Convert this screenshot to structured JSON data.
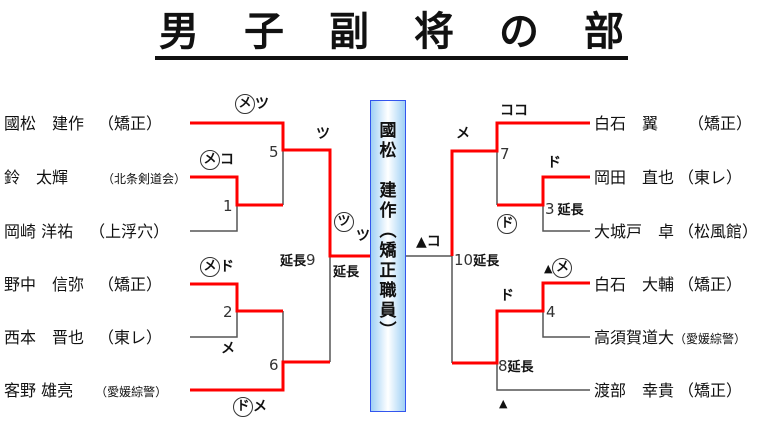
{
  "title": [
    "男",
    "子",
    "副",
    "将",
    "の",
    "部"
  ],
  "left_players": [
    {
      "name": "國松　建作",
      "affiliation": "（矯正）"
    },
    {
      "name": "鈴　太輝",
      "affiliation": "（北条剣道会）"
    },
    {
      "name": "岡崎 洋祐",
      "affiliation": "（上浮穴）"
    },
    {
      "name": "野中　信弥",
      "affiliation": "（矯正）"
    },
    {
      "name": "西本　晋也",
      "affiliation": "（東レ）"
    },
    {
      "name": "客野 雄亮",
      "affiliation": "（愛媛綜警）"
    }
  ],
  "right_players": [
    {
      "name": "白石　翼",
      "affiliation": "（矯正）"
    },
    {
      "name": "岡田　直也",
      "affiliation": "（東レ）"
    },
    {
      "name": "大城戸　卓",
      "affiliation": "（松風館）"
    },
    {
      "name": "白石　大輔",
      "affiliation": "（矯正）"
    },
    {
      "name": "高須賀道大",
      "affiliation": "（愛媛綜警）"
    },
    {
      "name": "渡部　幸貴",
      "affiliation": "（矯正）"
    }
  ],
  "winner": {
    "lines": [
      "國",
      "松",
      "",
      "建",
      "作",
      "︵",
      "矯",
      "正",
      "職",
      "員",
      "︶"
    ]
  },
  "matches": {
    "m1": "1",
    "m2": "2",
    "m3": "3",
    "m4": "4",
    "m5": "5",
    "m6": "6",
    "m7": "7",
    "m8": "8",
    "m9": "9",
    "m10": "10",
    "extension": "延長"
  },
  "annotations": {
    "a1_circle": "メ",
    "a1_text": "ツ",
    "a2_circle": "メ",
    "a2_text": "コ",
    "a3_text": "ツ",
    "a4_circle": "ツ",
    "a4_text": "ツ",
    "a5_circle": "メ",
    "a5_text": "ド",
    "a6_text": "メ",
    "a7_circle": "ド",
    "a7_text": "メ",
    "b1_text": "ココ",
    "b2_text": "メ",
    "b3_text": "ド",
    "b4_circle": "ド",
    "b5_text": "▲コ",
    "b6_tri": "▲",
    "b6_circle": "メ",
    "b7_text": "ド",
    "b8_text": "▲"
  },
  "colors": {
    "winner_line": "#ff0000",
    "loser_line": "#555555",
    "box_border": "#3355ee",
    "box_fill": "#9fd0f5"
  }
}
